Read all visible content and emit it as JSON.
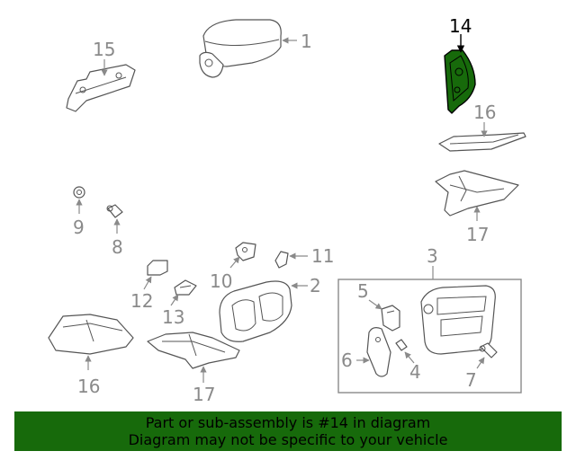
{
  "callouts": {
    "c1": "1",
    "c2": "2",
    "c3": "3",
    "c4": "4",
    "c5": "5",
    "c6": "6",
    "c7": "7",
    "c8": "8",
    "c9": "9",
    "c10": "10",
    "c11": "11",
    "c12": "12",
    "c13": "13",
    "c14": "14",
    "c15": "15",
    "c16a": "16",
    "c16b": "16",
    "c17a": "17",
    "c17b": "17"
  },
  "highlight": {
    "part": "14",
    "color": "#176a0b"
  },
  "banner": {
    "line1": "Part or sub-assembly is #14 in diagram",
    "line2": "Diagram may not be specific to your vehicle",
    "color": "#176a0b"
  }
}
